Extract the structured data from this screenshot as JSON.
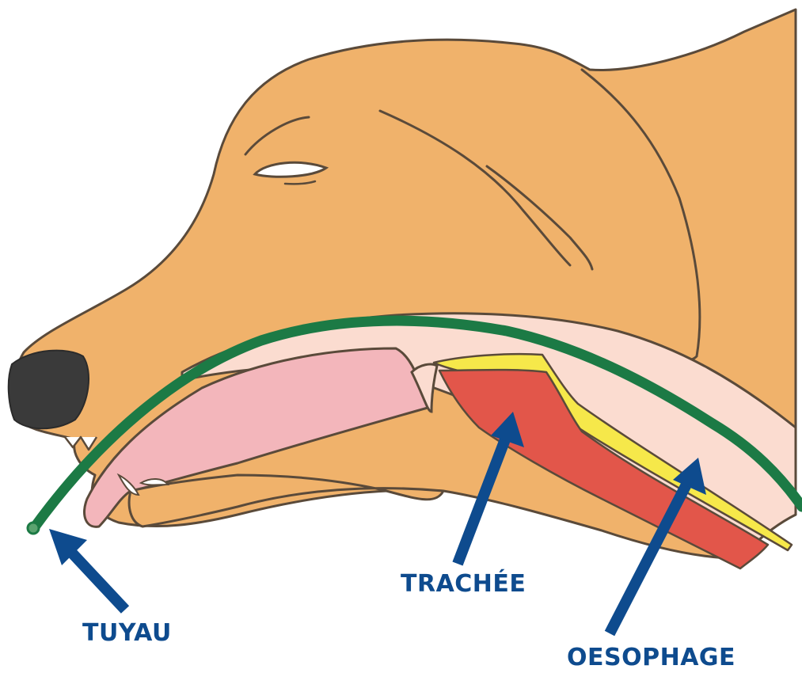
{
  "labels": {
    "tube": "TUYAU",
    "trachea": "TRACHÉE",
    "esophagus": "OESOPHAGE"
  },
  "colors": {
    "skin": "#f0b26b",
    "outline": "#5a4a3a",
    "nose": "#3a3a3a",
    "tube": "#1c7a45",
    "tongue": "#f3b6bb",
    "inner_mouth": "#fbdcd0",
    "trachea": "#e2564a",
    "trachea_lining": "#f6e84a",
    "arrow": "#0e4b8e"
  },
  "icons": [
    "dog-head-illustration",
    "endotracheal-tube",
    "arrow-icon"
  ]
}
